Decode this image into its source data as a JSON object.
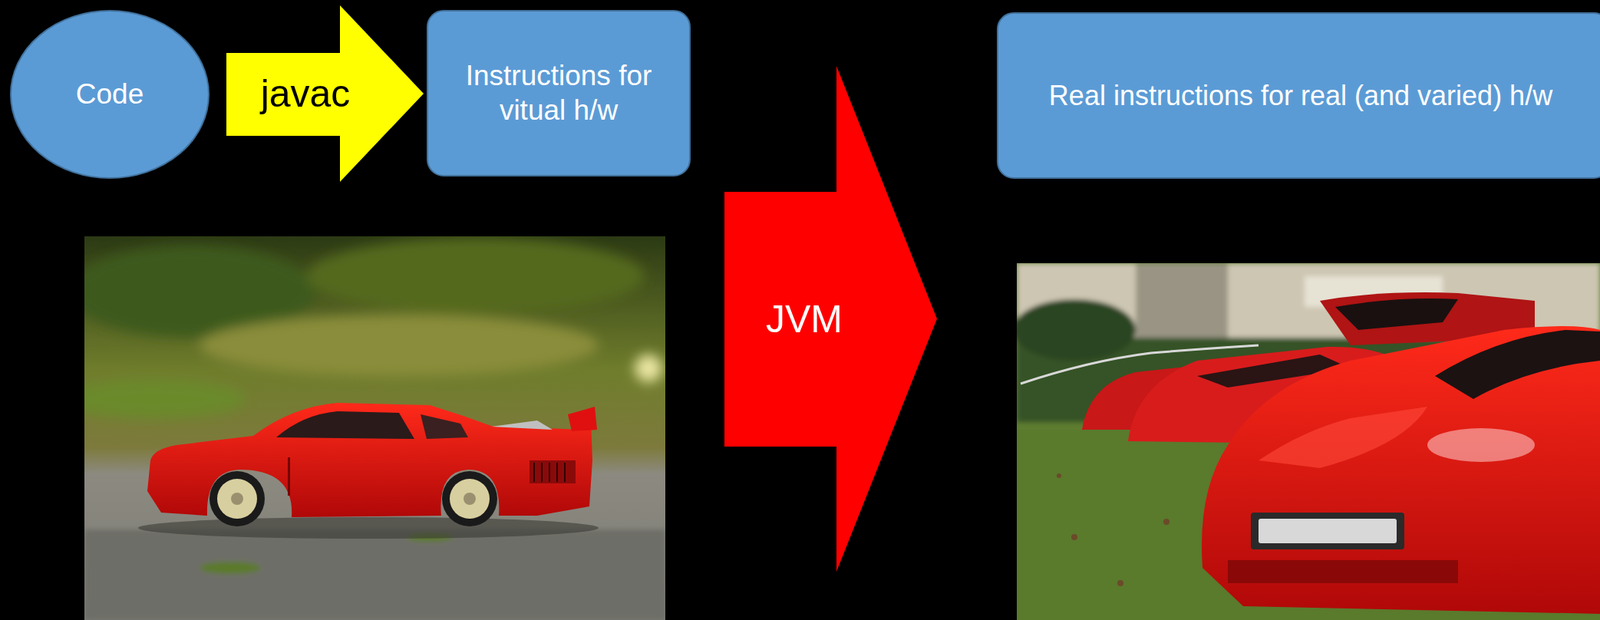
{
  "diagram": {
    "nodes": [
      {
        "text": [
          "Code"
        ]
      },
      {
        "text": [
          "javac"
        ]
      },
      {
        "text": [
          "Instructions for vitual h/w"
        ]
      },
      {
        "text": [
          "JVM"
        ]
      },
      {
        "text": [
          "Real instructions for real (and varied) h/w"
        ]
      }
    ]
  }
}
